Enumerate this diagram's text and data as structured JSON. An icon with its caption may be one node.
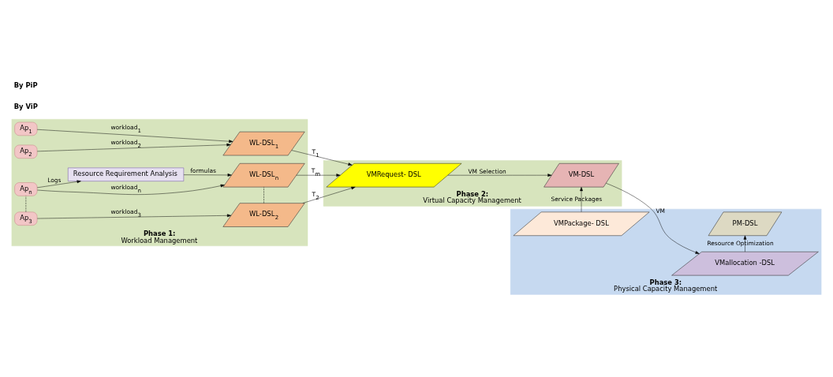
{
  "diagram": {
    "nodes": [
      {
        "text": [
          "Phase 1:",
          "Workload Management"
        ]
      },
      {
        "text": [
          "Ap$_{1}$"
        ],
        "in": 0
      },
      {
        "text": [
          "Ap$_{2}$"
        ],
        "in": 0
      },
      {
        "text": [
          "Ap$_{3}$"
        ],
        "in": 0
      },
      {
        "text": [
          "Ap$_{n}$"
        ],
        "in": 0
      },
      {
        "text": [
          "WL-DSL$_{1}$"
        ],
        "in": 0
      },
      {
        "text": [
          "WL-DSL$_{2}$"
        ],
        "in": 0
      },
      {
        "text": [
          "WL-DSL$_{n}$"
        ],
        "in": 0
      },
      {
        "text": [
          "Resource Requirement Analysis"
        ],
        "in": 0
      },
      {
        "text": [
          "Phase 2:",
          "Virtual Capacity Management"
        ]
      },
      {
        "text": [
          "VMRequest- DSL"
        ],
        "in": 9
      },
      {
        "text": [
          "VM-DSL"
        ],
        "in": 9
      },
      {
        "text": [
          "Phase 3:",
          "Physical Capacity Management"
        ]
      },
      {
        "text": [
          "VMPackage- DSL"
        ],
        "in": 12
      },
      {
        "text": [
          "VMallocation -DSL"
        ],
        "in": 12
      },
      {
        "text": [
          "PM-DSL"
        ],
        "in": 12
      }
    ],
    "edges": [
      {
        "from": 1,
        "to": 5,
        "arrow": "to",
        "label": "workload$_{1}$"
      },
      {
        "from": 2,
        "to": 5,
        "arrow": "to",
        "label": "workload$_{2}$"
      },
      {
        "from": 3,
        "to": 6,
        "arrow": "to",
        "label": "workload$_{3}$"
      },
      {
        "from": 4,
        "to": 7,
        "arrow": "to",
        "label": "workload$_{n}$"
      },
      {
        "from": 3,
        "to": 4,
        "arrow": "none",
        "style": "dashed"
      },
      {
        "from": 6,
        "to": 7,
        "arrow": "none",
        "style": "dashed"
      },
      {
        "from": 4,
        "to": 8,
        "arrow": "to",
        "label": "Logs"
      },
      {
        "from": 8,
        "to": 7,
        "arrow": "to",
        "label": "formulas"
      },
      {
        "from": 5,
        "to": 10,
        "arrow": "to",
        "label": "T$_{1}$"
      },
      {
        "from": 6,
        "to": 10,
        "arrow": "to",
        "label": "T$_{2}$"
      },
      {
        "from": 7,
        "to": 10,
        "arrow": "to",
        "label": "T$_{m}$"
      },
      {
        "from": 10,
        "to": 11,
        "arrow": "to",
        "label": "VM Selection"
      },
      {
        "from": 13,
        "to": 11,
        "arrow": "to",
        "label": "Service Packages"
      },
      {
        "from": 11,
        "to": 14,
        "arrow": "to",
        "label": "VM"
      },
      {
        "from": 14,
        "to": 15,
        "arrow": "to",
        "label": "Resource Optimization"
      }
    ],
    "labels": [
      "By ViP",
      "By PiP"
    ]
  }
}
